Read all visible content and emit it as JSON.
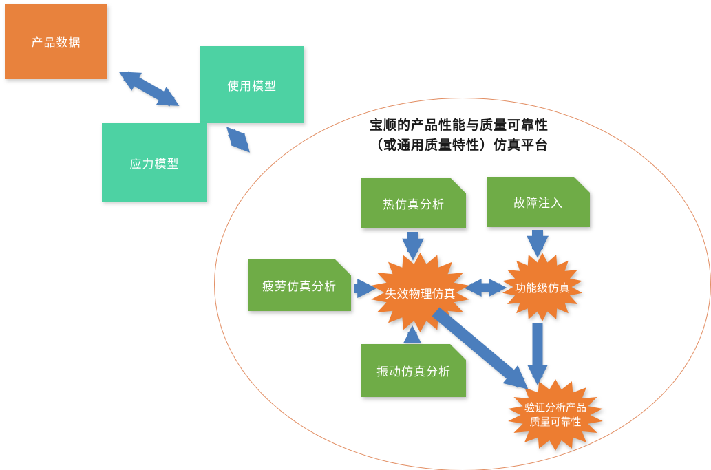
{
  "colors": {
    "box-orange": "#E8823D",
    "box-teal": "#4DD2A3",
    "box-green": "#6FAC47",
    "burst-orange": "#ED7D31",
    "arrow-blue": "#4B7EBD",
    "ellipse-stroke": "#E28E63",
    "title-color": "#1A1A1A",
    "shape-text": "#FFFFFF"
  },
  "nodes": {
    "product_data": "产品数据",
    "usage_model": "使用模型",
    "stress_model": "应力模型",
    "thermal": "热仿真分析",
    "fault_injection": "故障注入",
    "fatigue": "疲劳仿真分析",
    "vibration": "振动仿真分析",
    "physics_of_failure": "失效物理仿真",
    "functional_sim": "功能级仿真",
    "verification_line1": "验证分析产品",
    "verification_line2": "质量可靠性"
  },
  "platform": {
    "title_line1": "宝顺的产品性能与质量可靠性",
    "title_line2": "（或通用质量特性）仿真平台"
  }
}
